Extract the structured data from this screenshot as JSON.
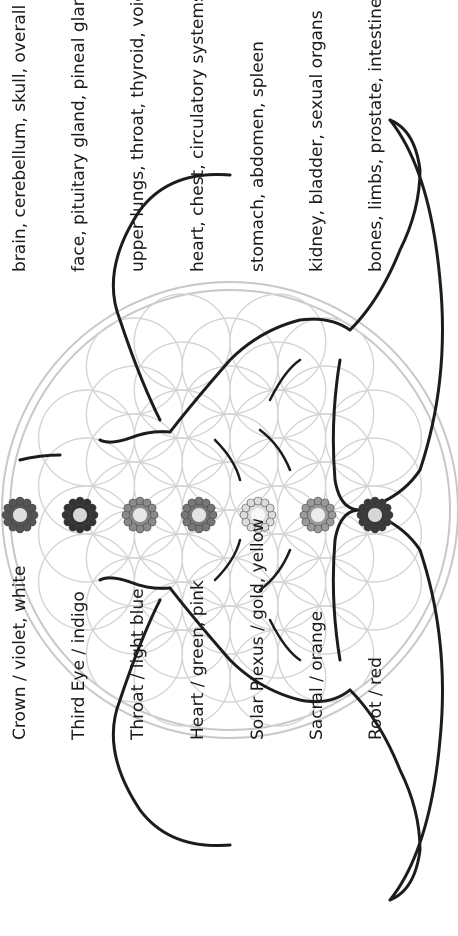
{
  "chakras": [
    {
      "name": "Crown / violet, white",
      "organs": "brain, cerebellum, skull, overall body"
    },
    {
      "name": "Third Eye / indigo",
      "organs": "face, pituitary gland, pineal gland"
    },
    {
      "name": "Throat / light blue",
      "organs": "upper lungs, throat, thyroid, voice"
    },
    {
      "name": "Heart / green, pink",
      "organs": "heart, chest, circulatory systems"
    },
    {
      "name": "Solar Plexus / gold, yellow",
      "organs": "stomach, abdomen, spleen"
    },
    {
      "name": "Sacral / orange",
      "organs": "kidney, bladder, sexual organs"
    },
    {
      "name": "Root / red",
      "organs": "bones, limbs, prostate, intestine"
    }
  ],
  "symbol_colors": [
    "#555555",
    "#333333",
    "#8a8a8a",
    "#777777",
    "#dcdcdc",
    "#9a9a9a",
    "#3a3a3a"
  ],
  "icons": [
    "lotus-thousand-petal",
    "eye-chakra",
    "throat-chakra",
    "heart-chakra",
    "triangle-chakra",
    "sacral-chakra",
    "square-chakra"
  ]
}
